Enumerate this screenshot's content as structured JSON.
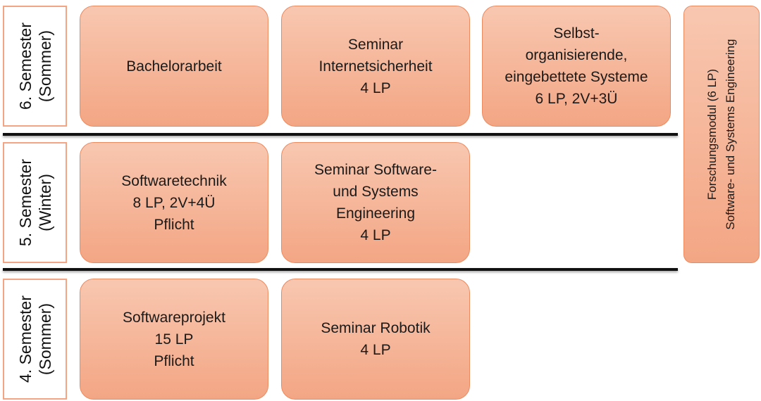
{
  "semesters": [
    {
      "line1": "6. Semester",
      "line2": "(Sommer)"
    },
    {
      "line1": "5. Semester",
      "line2": "(Winter)"
    },
    {
      "line1": "4. Semester",
      "line2": "(Sommer)"
    }
  ],
  "modules": {
    "bachelorarbeit": {
      "l1": "Bachelorarbeit"
    },
    "seminar_internetsicherheit": {
      "l1": "Seminar",
      "l2": "Internetsicherheit",
      "l3": "4 LP"
    },
    "selbstorganisierende": {
      "l1": "Selbst-",
      "l2": "organisierende,",
      "l3": "eingebettete Systeme",
      "l4": "6 LP, 2V+3Ü"
    },
    "softwaretechnik": {
      "l1": "Softwaretechnik",
      "l2": "8 LP, 2V+4Ü",
      "l3": "Pflicht"
    },
    "seminar_sse": {
      "l1": "Seminar Software-",
      "l2": "und Systems",
      "l3": "Engineering",
      "l4": "4 LP"
    },
    "softwareprojekt": {
      "l1": "Softwareprojekt",
      "l2": "15 LP",
      "l3": "Pflicht"
    },
    "seminar_robotik": {
      "l1": "Seminar Robotik",
      "l2": "4 LP"
    }
  },
  "research": {
    "line1": "Forschungsmodul (6 LP)",
    "line2": "Software- und Systems Engineering"
  }
}
